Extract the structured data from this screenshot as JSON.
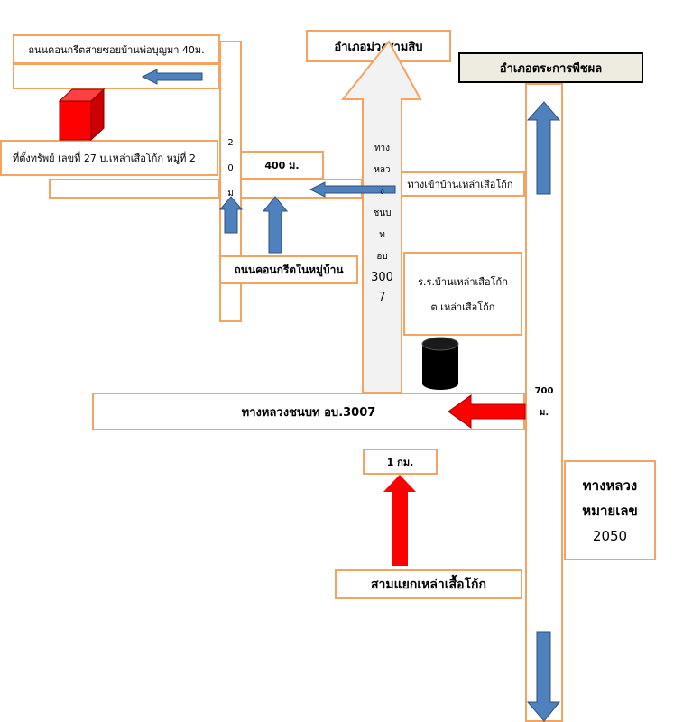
{
  "labels": {
    "soi_road": "ถนนคอนกรีตสายซอยบ้านพ่อบุญมา 40ม.",
    "property": "ที่ตั้งทรัพย์ เลขที่ 27 บ.เหล่าเสือโก้ก หมู่ที่ 2",
    "dist_400": "400 ม.",
    "dist_20": [
      "2",
      "0",
      "ม"
    ],
    "village_road": "ถนนคอนกรีตในหมู่บ้าน",
    "muang_samsip": "อำเภอม่วงสามสิบ",
    "trakan": "อำเภอตระการพืชผล",
    "entrance": "ทางเข้าบ้านเหล่าเสือโก้ก",
    "school_1": "ร.ร.บ้านเหล่าเสือโก้ก",
    "school_2": "ต.เหล่าเสือโก้ก",
    "vertical_rural": [
      "ทาง",
      "หลว",
      "ง",
      "ชนบ",
      "ท",
      "อบ",
      "300",
      "7"
    ],
    "rural_road": "ทางหลวงชนบท อบ.3007",
    "dist_700": [
      "700",
      "ม."
    ],
    "dist_1km": "1 กม.",
    "highway": [
      "ทางหลวง",
      "หมายเลข",
      "2050"
    ],
    "junction": "สามแยกเหล่าเสื้อโก้ก"
  },
  "colors": {
    "road_border": "#f4a460",
    "arrow_blue": "#4f81bd",
    "arrow_red": "#ff0000",
    "header_fill": "#eeece1"
  },
  "icons": [
    "property-marker-icon",
    "school-tank-icon"
  ]
}
